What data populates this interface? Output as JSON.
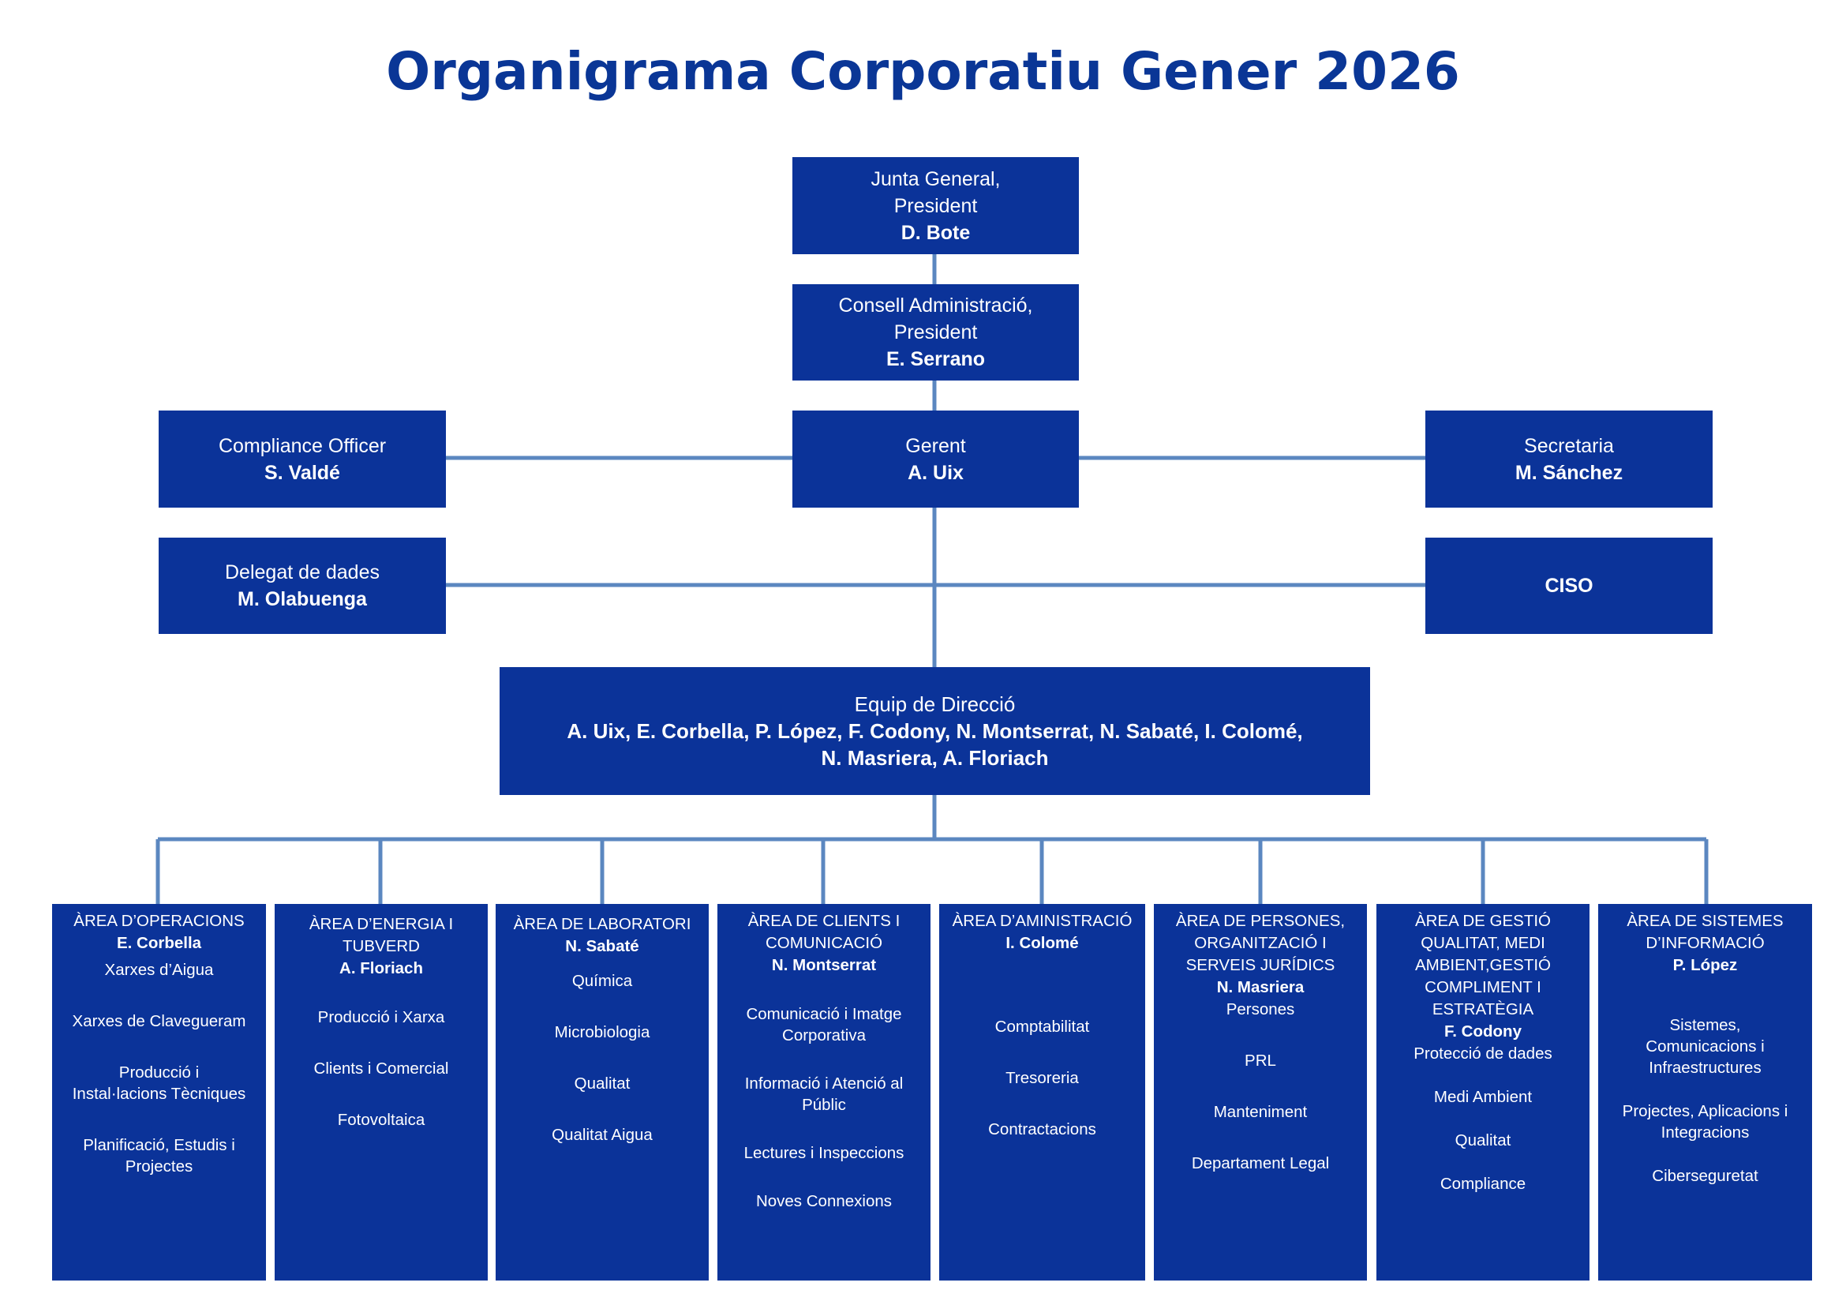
{
  "title": "Organigrama Corporatiu Gener 2026",
  "colors": {
    "box": "#0b3399",
    "title": "#0a3696",
    "connector": "#5b87c0"
  },
  "junta": {
    "role1": "Junta General,",
    "role2": "President",
    "name": "D. Bote"
  },
  "consell": {
    "role1": "Consell Administració,",
    "role2": "President",
    "name": "E. Serrano"
  },
  "gerent": {
    "role": "Gerent",
    "name": "A. Uix"
  },
  "compliance": {
    "role": "Compliance Officer",
    "name": "S. Valdé"
  },
  "secretaria": {
    "role": "Secretaria",
    "name": "M. Sánchez"
  },
  "delegat": {
    "role": "Delegat de dades",
    "name": "M. Olabuenga"
  },
  "ciso": {
    "name": "CISO"
  },
  "equip": {
    "role": "Equip de Direcció",
    "line1": "A. Uix, E. Corbella, P. López, F. Codony, N. Montserrat, N. Sabaté, I. Colomé,",
    "line2": "N. Masriera, A. Floriach"
  },
  "areas": [
    {
      "head": [
        "ÀREA D’OPERACIONS"
      ],
      "name": "E. Corbella",
      "items": [
        "Xarxes d’Aigua",
        "Xarxes de Clavegueram",
        "Producció i\nInstal·lacions Tècniques",
        "Planificació, Estudis i\nProjectes"
      ]
    },
    {
      "head": [
        "ÀREA D’ENERGIA I",
        "TUBVERD"
      ],
      "name": "A. Floriach",
      "items": [
        "Producció i Xarxa",
        "Clients i Comercial",
        "Fotovoltaica"
      ]
    },
    {
      "head": [
        "ÀREA DE LABORATORI"
      ],
      "name": "N. Sabaté",
      "items": [
        "Química",
        "Microbiologia",
        "Qualitat",
        "Qualitat Aigua"
      ]
    },
    {
      "head": [
        "ÀREA DE CLIENTS I",
        "COMUNICACIÓ"
      ],
      "name": "N. Montserrat",
      "items": [
        "Comunicació i Imatge\nCorporativa",
        "Informació i Atenció al\nPúblic",
        "Lectures i Inspeccions",
        "Noves Connexions"
      ]
    },
    {
      "head": [
        "ÀREA D’AMINISTRACIÓ"
      ],
      "name": "I. Colomé",
      "items": [
        "Comptabilitat",
        "Tresoreria",
        "Contractacions"
      ]
    },
    {
      "head": [
        "ÀREA DE PERSONES,",
        "ORGANITZACIÓ I",
        "SERVEIS JURÍDICS"
      ],
      "name": "N. Masriera",
      "items": [
        "Persones",
        "PRL",
        "Manteniment",
        "Departament Legal"
      ]
    },
    {
      "head": [
        "ÀREA DE GESTIÓ",
        "QUALITAT, MEDI",
        "AMBIENT,GESTIÓ",
        "COMPLIMENT I",
        "ESTRATÈGIA"
      ],
      "name": "F. Codony",
      "items": [
        "Protecció de dades",
        "Medi Ambient",
        "Qualitat",
        "Compliance"
      ]
    },
    {
      "head": [
        "ÀREA DE SISTEMES",
        "D’INFORMACIÓ"
      ],
      "name": "P. López",
      "items": [
        "Sistemes,\nComunicacions i\nInfraestructures",
        "Projectes, Aplicacions i\nIntegracions",
        "Ciberseguretat"
      ]
    }
  ]
}
